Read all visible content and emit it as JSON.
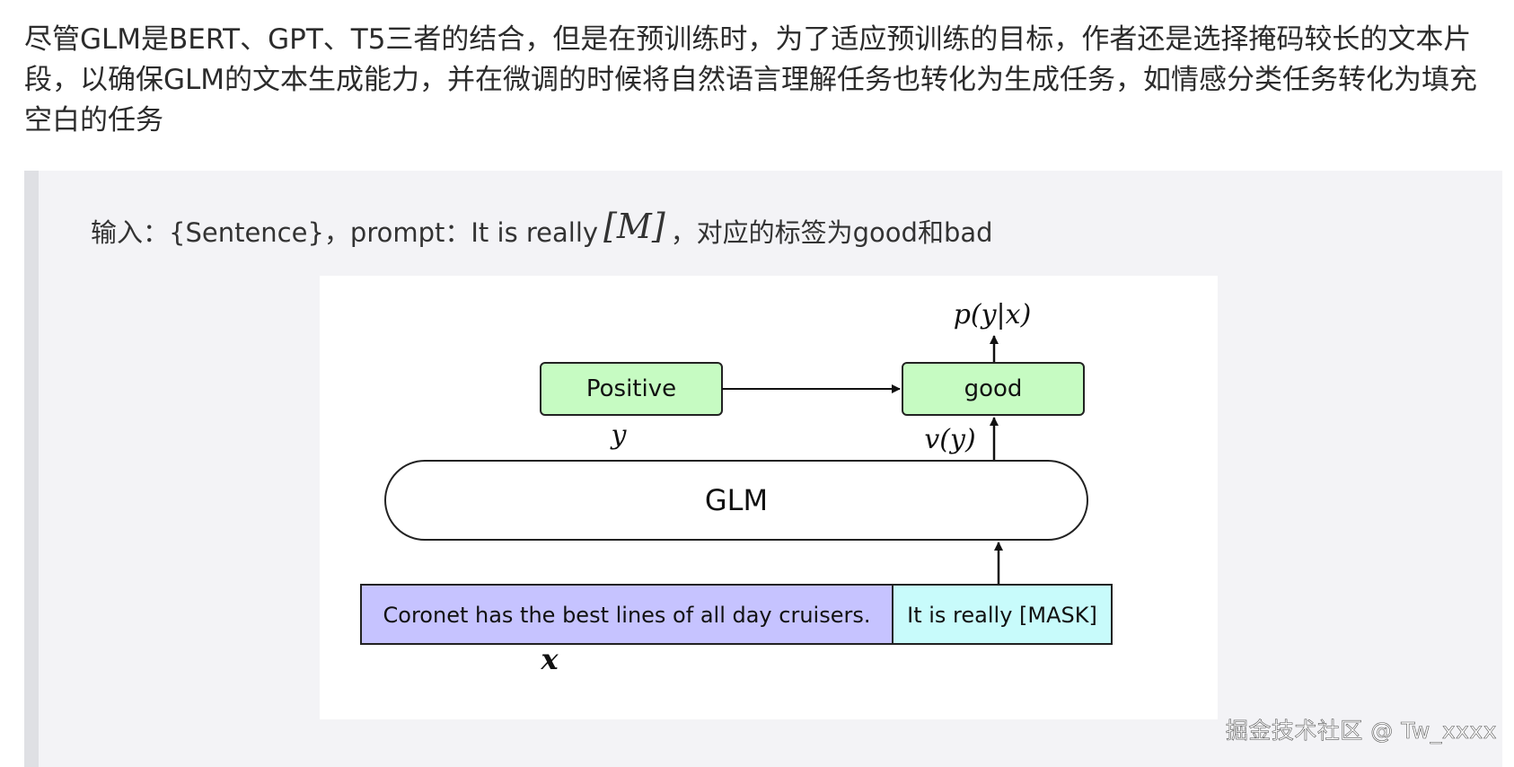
{
  "intro": {
    "text": "尽管GLM是BERT、GPT、T5三者的结合，但是在预训练时，为了适应预训练的目标，作者还是选择掩码较长的文本片段，以确保GLM的文本生成能力，并在微调的时候将自然语言理解任务也转化为生成任务，如情感分类任务转化为填充空白的任务"
  },
  "quote": {
    "prefix": "输入：{Sentence}，prompt：It is really",
    "mask_token": "[M]",
    "suffix": "，对应的标签为good和bad"
  },
  "figure": {
    "label_prob": "p(y|x)",
    "box_positive": "Positive",
    "box_good": "good",
    "label_y": "y",
    "label_vy": "v(y)",
    "box_glm": "GLM",
    "input_sentence": "Coronet has the best lines of all day cruisers.",
    "input_prompt": "It is really [MASK]",
    "label_x": "x",
    "colors": {
      "label_box_fill": "#c6fbc2",
      "sentence_fill": "#c6c3ff",
      "prompt_fill": "#c8fbfb"
    }
  },
  "watermark": {
    "text": "掘金技术社区 @ Tw_xxxx"
  }
}
